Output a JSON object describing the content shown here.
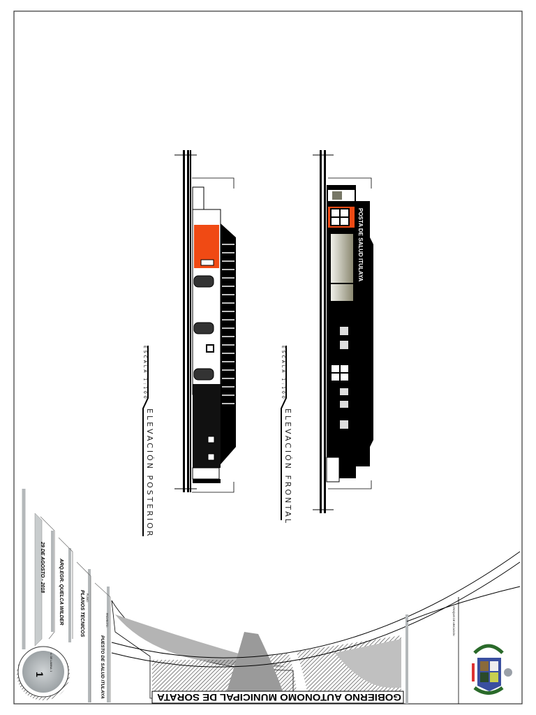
{
  "sheet": {
    "elevations": [
      {
        "title": "ELEVACIÓN POSTERIOR",
        "scale": "ESCALA 1:100"
      },
      {
        "title": "ELEVACIÓN FRONTAL",
        "scale": "ESCALA 1:100",
        "sign": "POSTA DE SALUD ITULAYA"
      }
    ],
    "title_block": {
      "date": "29 DE AGOSTO - 2018",
      "author": "ARQ.EGR. QUELCA WILDER",
      "plan_label": "PLANO:",
      "plan": "PLANOS TECNICOS",
      "project_label": "PROYECTO:",
      "project": "PUESTO DE SALUD ITULAYA",
      "sheet_label": "N. DE LAMINA: 1",
      "sheet_number": "1",
      "location_label": "CROQUIS DE UBICACION",
      "institution": "GOBIERNO AUTONOMO MUNICIPAL DE SORATA"
    },
    "colors": {
      "accent": "#f04a14",
      "gray": "#b4b8ba",
      "glass": "#a8a690"
    }
  }
}
